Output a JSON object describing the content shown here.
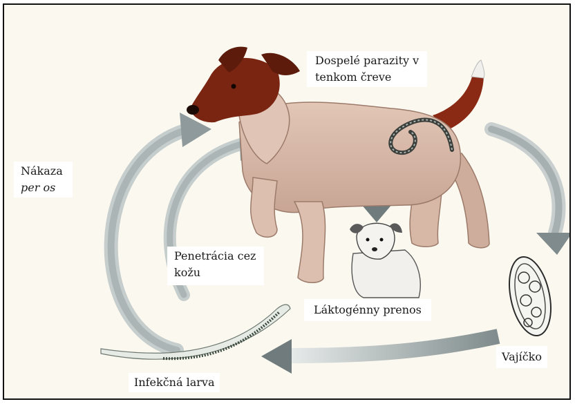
{
  "labels": {
    "adult_parasites_line1": "Dospelé parazity v",
    "adult_parasites_line2": "tenkom čreve",
    "infection_line1": "Nákaza",
    "infection_line2": "per os",
    "skin_penetration_line1": "Penetrácia cez",
    "skin_penetration_line2": "kožu",
    "lactogenic": "Láktogénny prenos",
    "egg": "Vajíčko",
    "larva": "Infekčná larva"
  },
  "colors": {
    "background": "#faf8ef",
    "arrow": "#8a9596",
    "dog_body": "#d8b9a8",
    "dog_head": "#7a2512",
    "border": "#111111"
  }
}
